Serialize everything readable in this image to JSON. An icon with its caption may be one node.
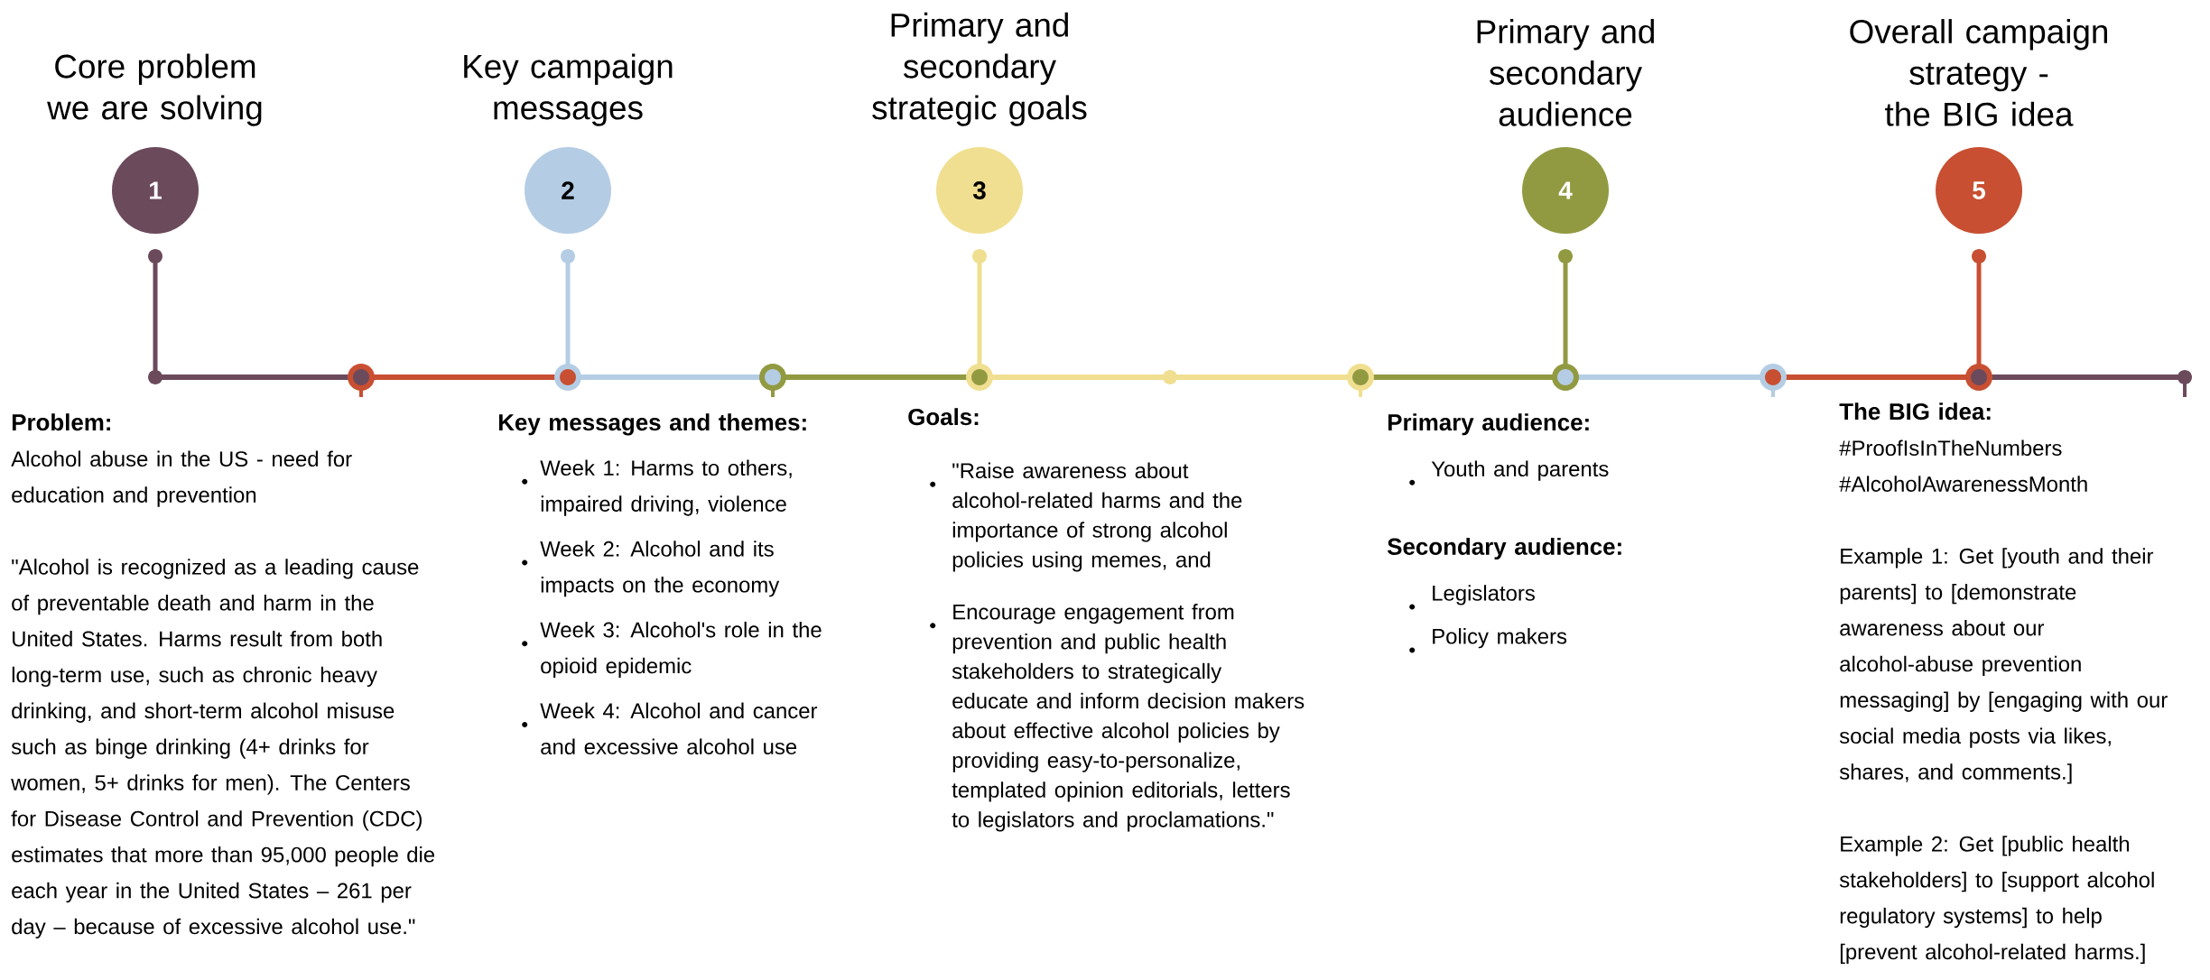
{
  "diagram": {
    "nodes": [
      {
        "text": [
          "Core problem we are solving",
          "1"
        ]
      },
      {
        "text": [
          "Key campaign messages",
          "2"
        ]
      },
      {
        "text": [
          "Primary and secondary strategic goals",
          "3"
        ]
      },
      {
        "text": [
          "Primary and secondary audience",
          "4"
        ]
      },
      {
        "text": [
          "Overall campaign strategy - the BIG idea",
          "5"
        ]
      }
    ],
    "labels": [
      "Problem:",
      "Alcohol abuse in the US - need for education and prevention",
      "\"Alcohol is recognized as a leading cause of preventable death and harm in the United States. Harms result from both long-term use, such as chronic heavy drinking, and short-term alcohol misuse such as binge drinking (4+ drinks for women, 5+ drinks for men). The Centers for Disease Control and Prevention (CDC) estimates that more than 95,000 people die each year in the United States – 261 per day – because of excessive alcohol use.\"",
      "Key messages and themes:",
      "Week 1: Harms to others, impaired driving, violence",
      "Week 2: Alcohol and its impacts on the economy",
      "Week 3: Alcohol's role in the opioid epidemic",
      "Week 4: Alcohol and cancer and excessive alcohol use",
      "Goals:",
      "\"Raise awareness about alcohol-related harms and the importance of strong alcohol policies using memes, and",
      "Encourage engagement from prevention and public health stakeholders to strategically educate and inform decision makers about effective alcohol policies by providing easy-to-personalize, templated opinion editorials, letters to legislators and proclamations.\"",
      "Primary audience:",
      "Youth and parents",
      "Secondary audience:",
      "Legislators",
      "Policy makers",
      "The BIG idea:",
      "#ProofIsInTheNumbers",
      "#AlcoholAwarenessMonth",
      "Example 1: Get [youth and their parents] to [demonstrate awareness about our alcohol-abuse prevention messaging] by [engaging with our social media posts via likes, shares, and comments.]",
      "Example 2: Get [public health stakeholders] to [support alcohol regulatory systems] to help [prevent alcohol-related harms.]"
    ]
  }
}
